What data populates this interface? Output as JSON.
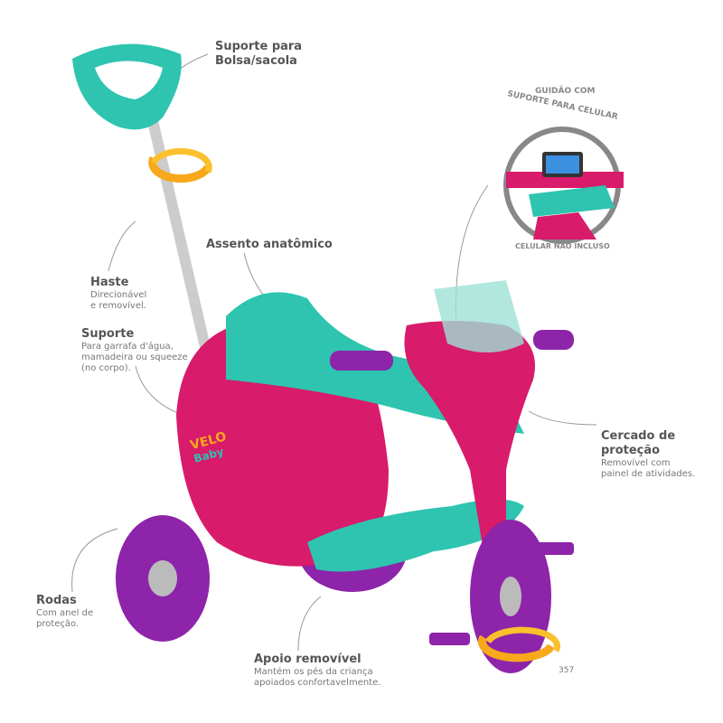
{
  "callouts": {
    "suporte_bolsa": {
      "title": "Suporte para",
      "title2": "Bolsa/sacola"
    },
    "assento": {
      "title": "Assento anatômico"
    },
    "haste": {
      "title": "Haste",
      "desc1": "Direcionável",
      "desc2": "e removível."
    },
    "suporte": {
      "title": "Suporte",
      "desc1": "Para garrafa d'água,",
      "desc2": "mamadeira ou squeeze",
      "desc3": "(no corpo)."
    },
    "cercado": {
      "title": "Cercado de",
      "title2": "proteção",
      "desc1": "Removível com",
      "desc2": "painel de atividades."
    },
    "rodas": {
      "title": "Rodas",
      "desc1": "Com anel de",
      "desc2": "proteção."
    },
    "apoio": {
      "title": "Apoio removível",
      "desc1": "Mantém os pés da criança",
      "desc2": "apoiados confortavelmente."
    }
  },
  "inset": {
    "top_line1": "GUIDÃO COM",
    "top_line2": "SUPORTE PARA CELULAR",
    "bottom": "CELULAR NÃO INCLUSO"
  },
  "brand": {
    "logo1": "VELO",
    "logo2": "Baby"
  },
  "page_number": "357",
  "colors": {
    "pink": "#d81b6a",
    "teal": "#2ec4b0",
    "purple": "#8e24aa",
    "orange": "#f7a81b"
  }
}
